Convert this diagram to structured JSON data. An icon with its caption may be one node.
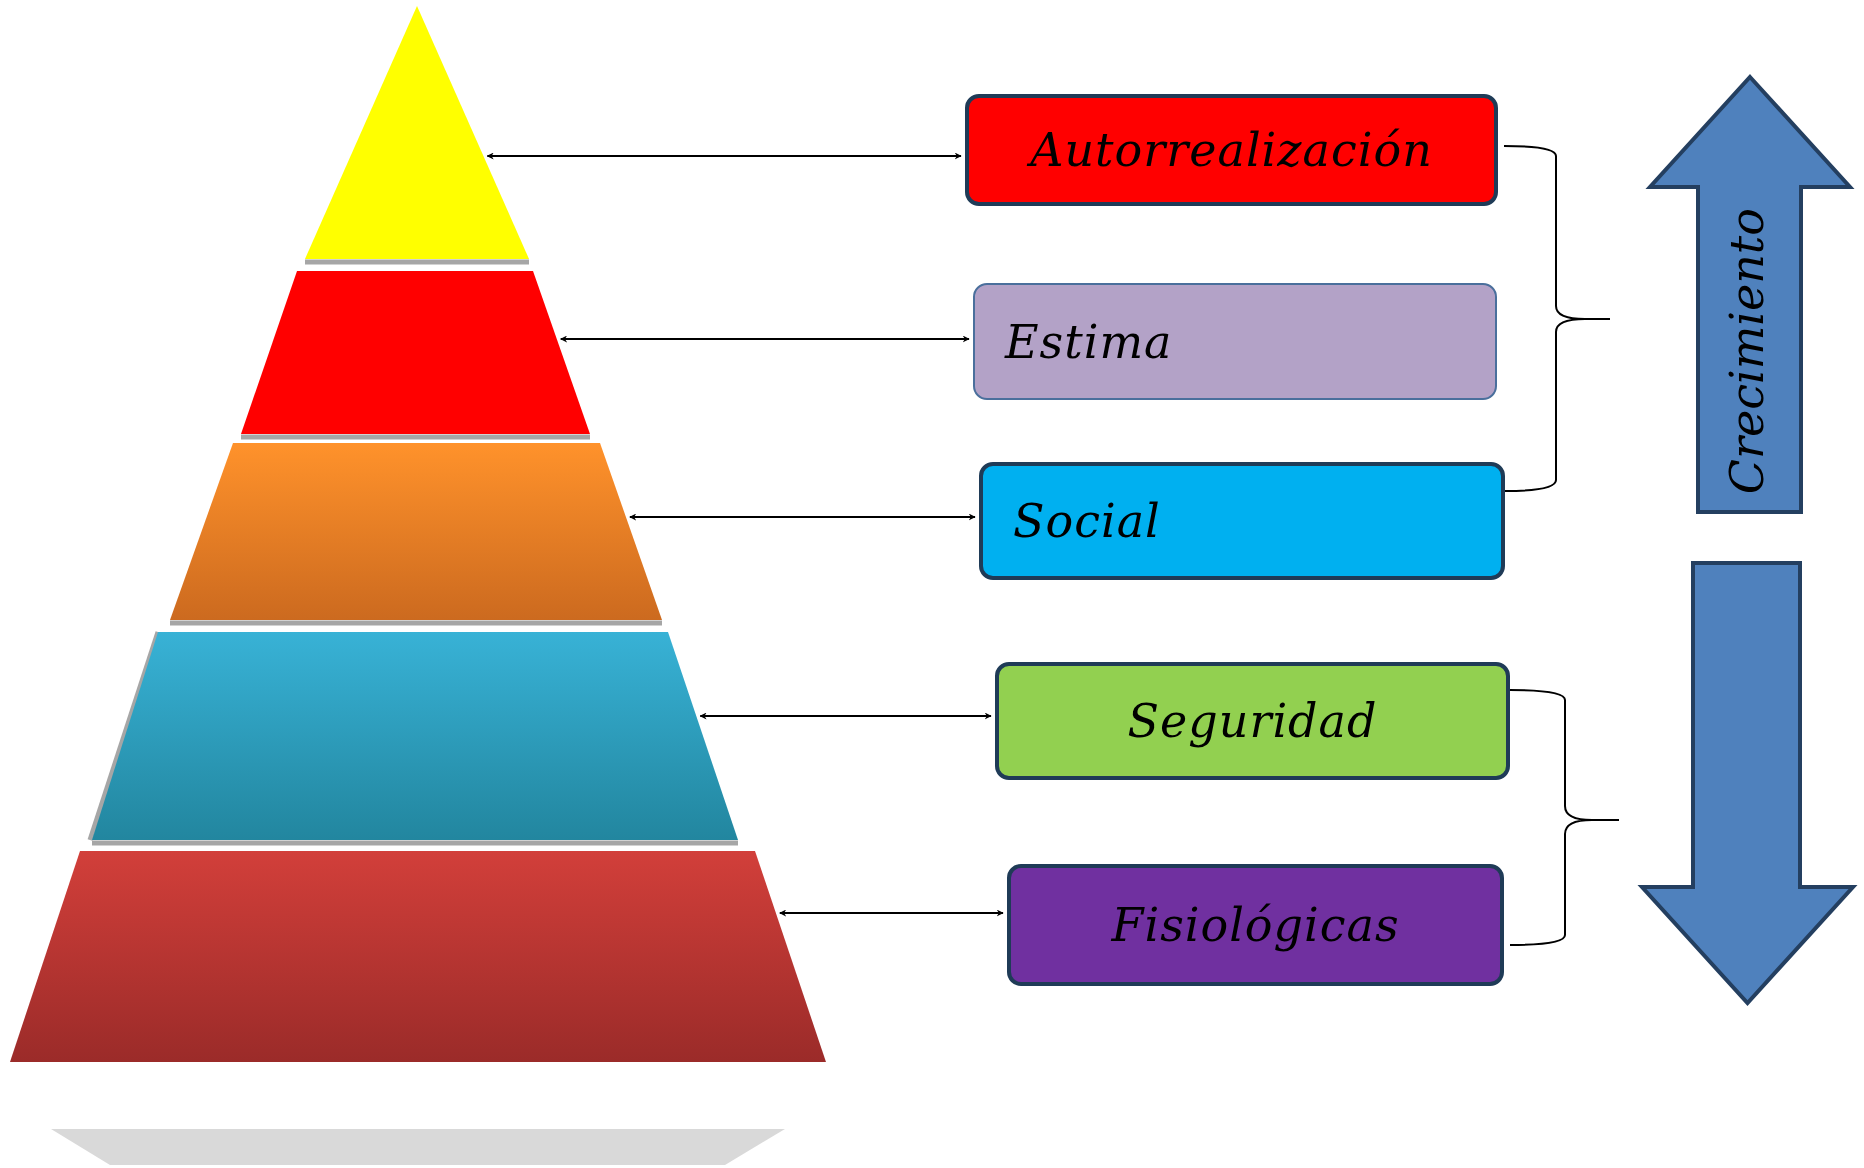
{
  "diagram": {
    "nodes": [
      {
        "text": [],
        "shape": "triangle"
      },
      {
        "text": [],
        "shape": "trapezoid"
      },
      {
        "text": [],
        "shape": "trapezoid"
      },
      {
        "text": [],
        "shape": "trapezoid"
      },
      {
        "text": [],
        "shape": "trapezoid"
      },
      {
        "text": [
          "Autorrealización"
        ]
      },
      {
        "text": [
          "Estima"
        ]
      },
      {
        "text": [
          "Social"
        ]
      },
      {
        "text": [
          "Seguridad"
        ]
      },
      {
        "text": [
          "Fisiológicas"
        ]
      },
      {
        "text": [
          "Crecimiento"
        ]
      },
      {
        "text": [],
        "shape": "arrow"
      }
    ],
    "edges": [
      {
        "from": 0,
        "to": 5,
        "arrow": "both"
      },
      {
        "from": 1,
        "to": 6,
        "arrow": "both"
      },
      {
        "from": 2,
        "to": 7,
        "arrow": "both"
      },
      {
        "from": 3,
        "to": 8,
        "arrow": "both"
      },
      {
        "from": 4,
        "to": 9,
        "arrow": "both"
      }
    ]
  }
}
